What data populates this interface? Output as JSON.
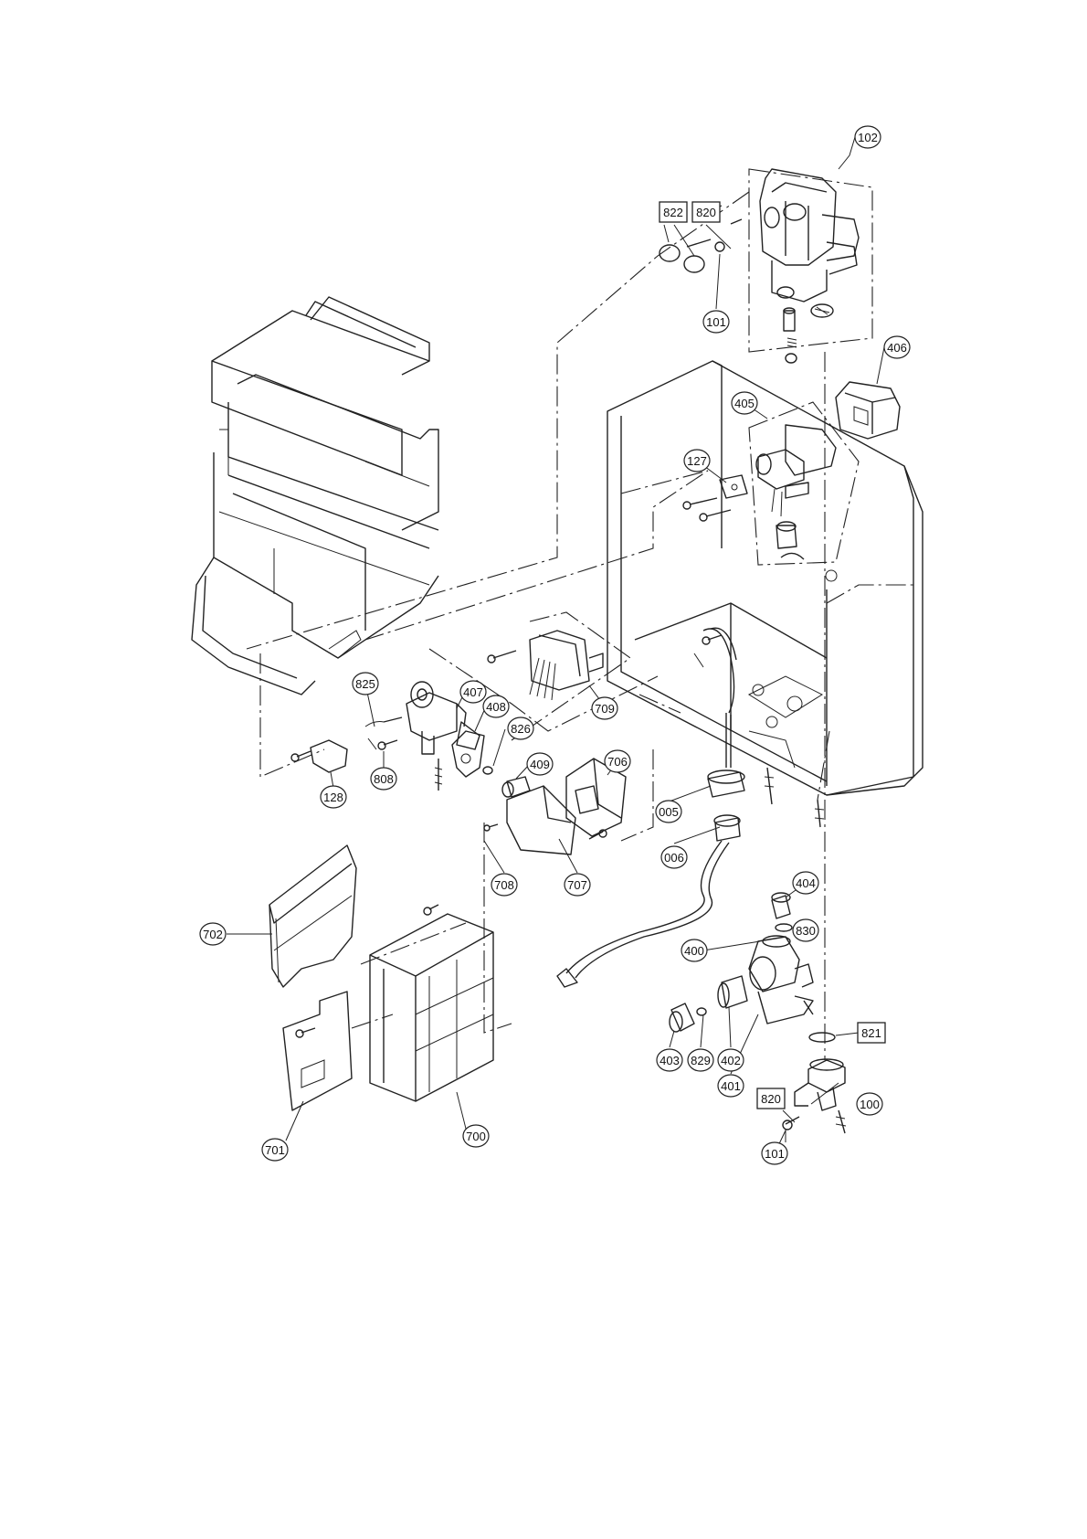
{
  "callouts": [
    {
      "id": "102",
      "shape": "circle"
    },
    {
      "id": "822",
      "shape": "box"
    },
    {
      "id": "820",
      "shape": "box"
    },
    {
      "id": "101",
      "shape": "circle"
    },
    {
      "id": "406",
      "shape": "circle"
    },
    {
      "id": "405",
      "shape": "circle"
    },
    {
      "id": "127",
      "shape": "circle"
    },
    {
      "id": "825",
      "shape": "circle"
    },
    {
      "id": "407",
      "shape": "circle"
    },
    {
      "id": "408",
      "shape": "circle"
    },
    {
      "id": "826",
      "shape": "circle"
    },
    {
      "id": "409",
      "shape": "circle"
    },
    {
      "id": "709",
      "shape": "circle"
    },
    {
      "id": "128",
      "shape": "circle"
    },
    {
      "id": "808",
      "shape": "circle"
    },
    {
      "id": "706",
      "shape": "circle"
    },
    {
      "id": "005",
      "shape": "circle"
    },
    {
      "id": "006",
      "shape": "circle"
    },
    {
      "id": "708",
      "shape": "circle"
    },
    {
      "id": "707",
      "shape": "circle"
    },
    {
      "id": "702",
      "shape": "circle"
    },
    {
      "id": "404",
      "shape": "circle"
    },
    {
      "id": "830",
      "shape": "circle"
    },
    {
      "id": "400",
      "shape": "circle"
    },
    {
      "id": "821",
      "shape": "box"
    },
    {
      "id": "403",
      "shape": "circle"
    },
    {
      "id": "829",
      "shape": "circle"
    },
    {
      "id": "402",
      "shape": "circle"
    },
    {
      "id": "401",
      "shape": "circle"
    },
    {
      "id": "820",
      "shape": "box"
    },
    {
      "id": "100",
      "shape": "circle"
    },
    {
      "id": "101",
      "shape": "circle"
    },
    {
      "id": "701",
      "shape": "circle"
    },
    {
      "id": "700",
      "shape": "circle"
    }
  ]
}
